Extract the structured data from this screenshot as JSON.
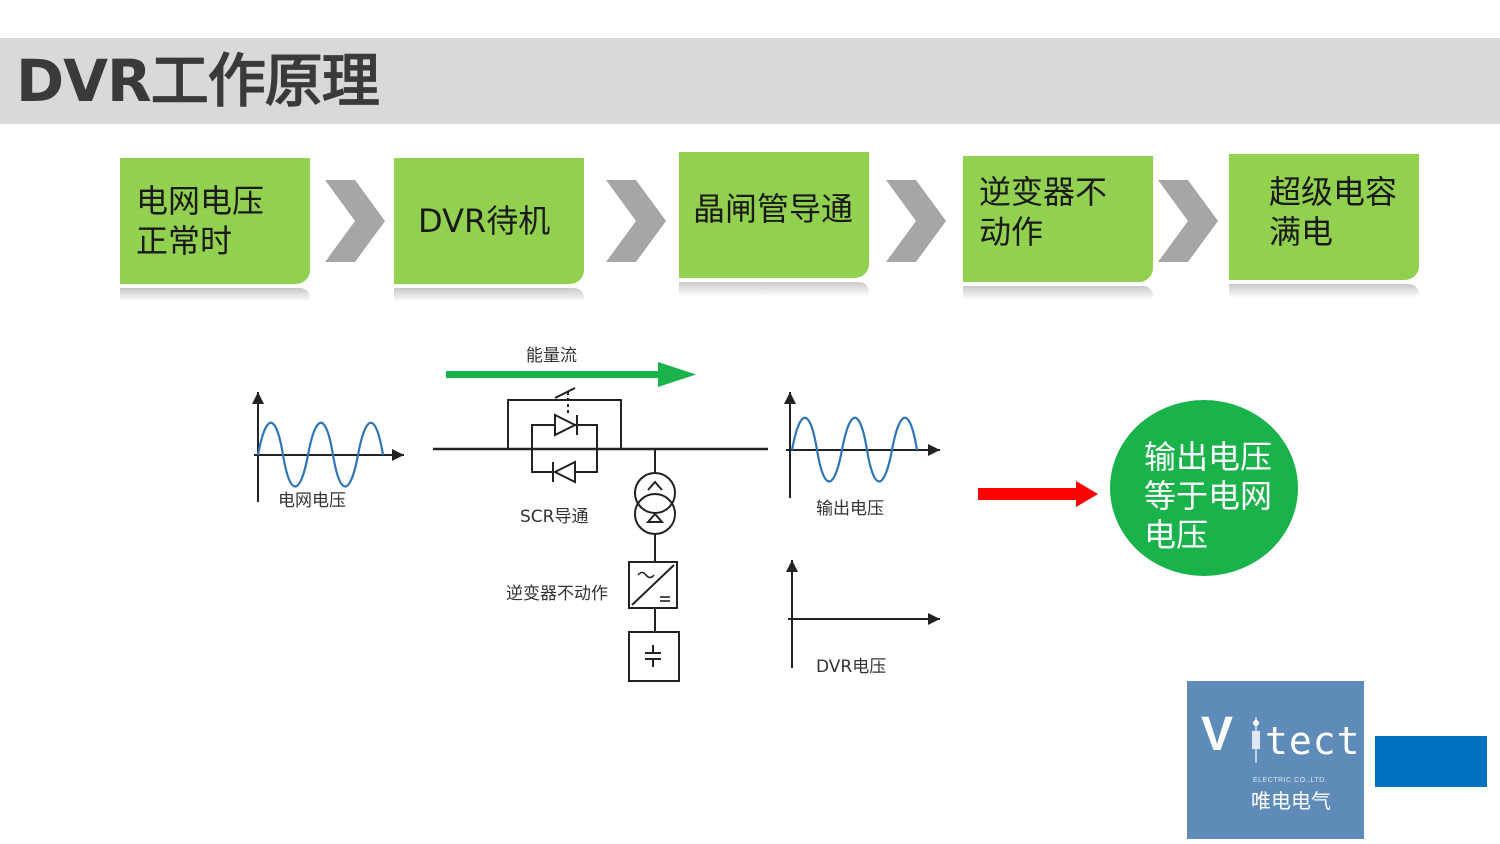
{
  "title": "DVR工作原理",
  "steps": [
    {
      "line1": "电网电压",
      "line2": "正常时"
    },
    {
      "line1": "DVR待机",
      "line2": ""
    },
    {
      "line1": "晶闸管导通",
      "line2": ""
    },
    {
      "line1": "逆变器不",
      "line2": "动作"
    },
    {
      "line1": "超级电容",
      "line2": "满电"
    }
  ],
  "diagram": {
    "energy_flow_label": "能量流",
    "grid_voltage_label": "电网电压",
    "scr_label": "SCR导通",
    "inverter_label": "逆变器不动作",
    "output_voltage_label": "输出电压",
    "dvr_voltage_label": "DVR电压"
  },
  "result": {
    "line1": "输出电压",
    "line2": "等于电网",
    "line3": "电压"
  },
  "logo": {
    "letter": "V",
    "text": "tect",
    "subtitle": "ELECTRIC CO.,LTD.",
    "chinese": "唯电电气"
  },
  "colors": {
    "title_bar": "#d9d9d9",
    "step_fill": "#92d050",
    "chevron": "#a6a6a6",
    "energy_arrow": "#1ab24a",
    "red_arrow": "#ff0000",
    "result_circle": "#1ab24a",
    "waveform": "#2e75b6",
    "logo_bg": "#5f8bb8",
    "blue_rect": "#0070c0"
  }
}
